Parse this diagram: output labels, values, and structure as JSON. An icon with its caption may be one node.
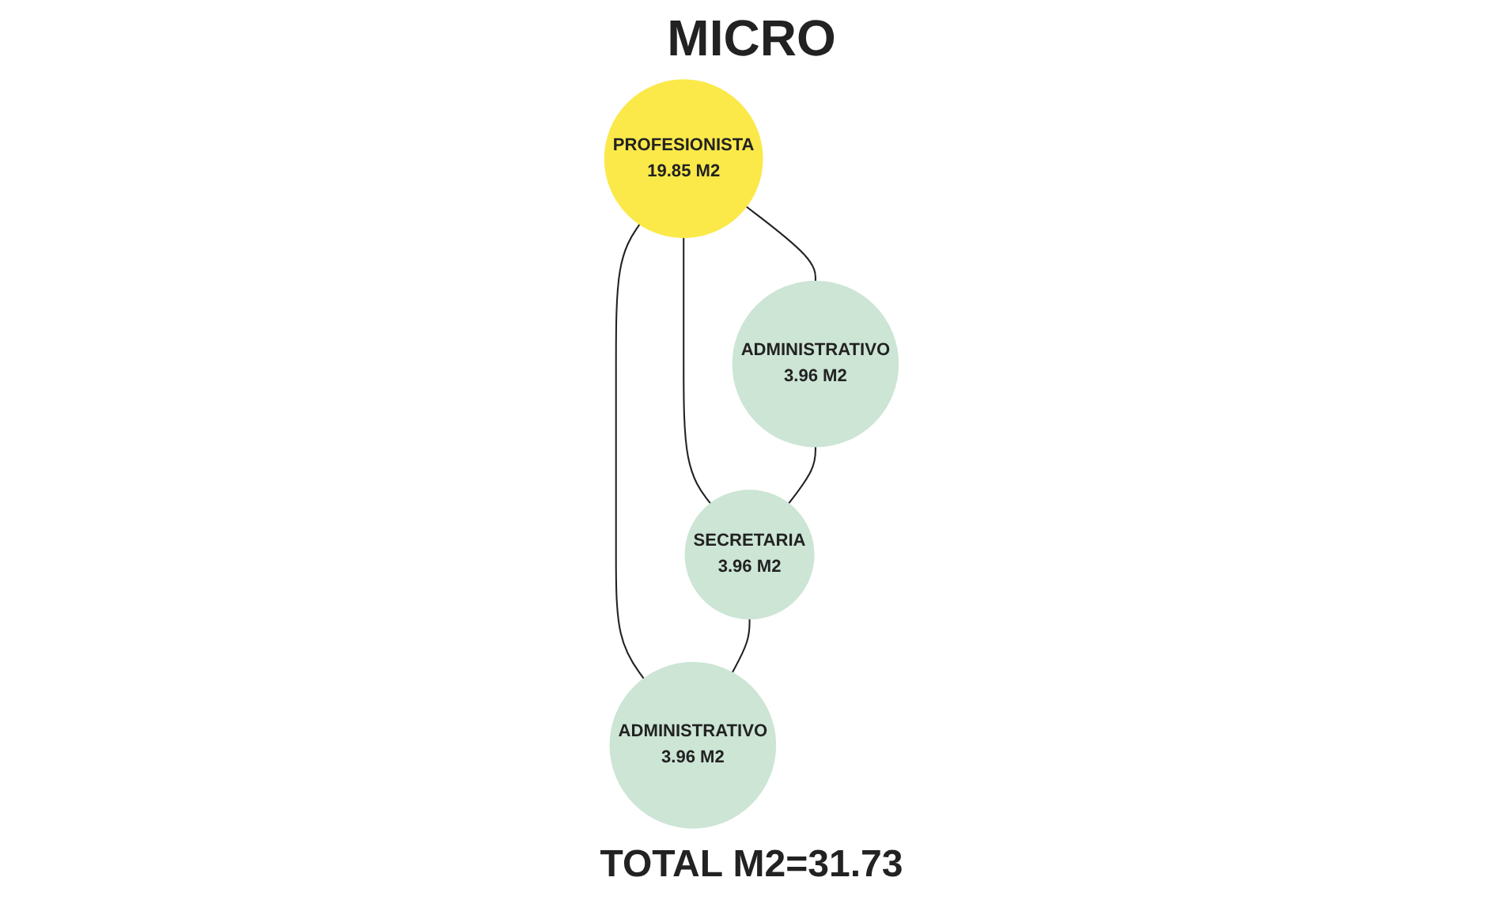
{
  "diagram": {
    "title": "MICRO",
    "nodes": [
      {
        "text": [
          "PROFESIONISTA",
          "19.85 M2"
        ]
      },
      {
        "text": [
          "ADMINISTRATIVO",
          "3.96 M2"
        ]
      },
      {
        "text": [
          "SECRETARIA",
          "3.96 M2"
        ]
      },
      {
        "text": [
          "ADMINISTRATIVO",
          "3.96 M2"
        ]
      }
    ],
    "edges": [
      {
        "from": 0,
        "to": 1,
        "arrow": "none"
      },
      {
        "from": 0,
        "to": 2,
        "arrow": "none"
      },
      {
        "from": 0,
        "to": 3,
        "arrow": "none"
      },
      {
        "from": 1,
        "to": 2,
        "arrow": "none"
      },
      {
        "from": 2,
        "to": 3,
        "arrow": "none"
      }
    ],
    "labels": [
      "TOTAL M2=31.73"
    ]
  }
}
